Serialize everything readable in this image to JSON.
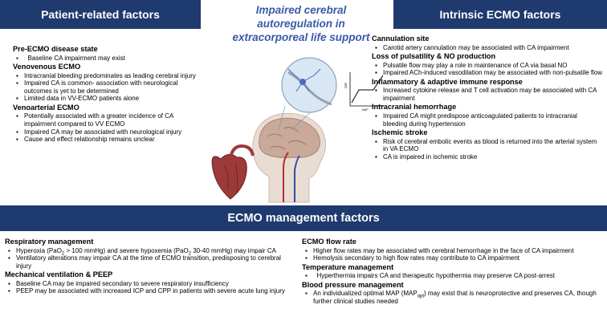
{
  "header_left": "Patient-related factors",
  "header_right": "Intrinsic ECMO factors",
  "header_bottom": "ECMO management factors",
  "center_title": [
    "Impaired cerebral",
    "autoregulation in",
    "extracorporeal life support"
  ],
  "graph_labels": {
    "y": "CBF",
    "x": "MAP"
  },
  "patient_sections": [
    {
      "title": "Pre-ECMO disease state",
      "items": [
        "  Baseline CA impairment may exist"
      ]
    },
    {
      "title": "Venovenous ECMO",
      "items": [
        "Intracranial bleeding predominates as leading cerebral injury",
        "Impaired CA is common- association with neurological outcomes is yet to be determined",
        "Limited data in VV-ECMO patients alone"
      ]
    },
    {
      "title": "Venoarterial ECMO",
      "items": [
        "Potentially associated with a greater incidence of CA impairment compared to VV ECMO",
        "Impaired CA may be associated with neurological injury",
        "Cause and effect relationship remains unclear"
      ]
    }
  ],
  "intrinsic_sections": [
    {
      "title": "Cannulation site",
      "items": [
        "Carotid artery cannulation may be associated with CA impairment"
      ]
    },
    {
      "title": "Loss of pulsatility & NO production",
      "items": [
        "Pulsatile flow may play a role in maintenance of CA via basal NO",
        "Impaired ACh-induced vasodilation may be associated with non-pulsatile flow"
      ]
    },
    {
      "title": "Inflammatory & adaptive immune response",
      "items": [
        "Increased cytokine release and T cell activation may be associated with CA impairment"
      ]
    },
    {
      "title": "Intracranial hemorrhage",
      "items": [
        "Impaired CA might predispose anticoagulated patients to intracranial bleeding during hypertension"
      ]
    },
    {
      "title": "Ischemic stroke",
      "items": [
        "Risk of cerebral embolic events as blood is returned into the arterial system in VA ECMO",
        "CA is impaired in ischemic stroke"
      ]
    }
  ],
  "management_left": {
    "respiratory": {
      "title": "Respiratory management",
      "item1": {
        "pre": "Hyperoxia (PaO",
        "sub1": "2",
        "mid": " > 100 mmHg) and severe hypoxemia (PaO",
        "sub2": "2",
        "post": " 30-40 mmHg) may impair CA"
      },
      "item2": "Ventilatory alterations may impair CA at the time of ECMO transition, predisposing to cerebral injury"
    },
    "ventilation": {
      "title": "Mechanical ventilation & PEEP",
      "items": [
        "Baseline CA may be impaired secondary to severe respiratory insufficiency",
        "PEEP may be associated with increased ICP and CPP in patients with severe acute lung injury"
      ]
    }
  },
  "management_right": {
    "flow": {
      "title": "ECMO flow rate",
      "items": [
        "Higher flow rates may be associated with cerebral hemorrhage in the face of CA impairment",
        "Hemolysis secondary to high flow rates may contribute to CA impairment"
      ]
    },
    "temperature": {
      "title": "Temperature management",
      "items": [
        "  Hyperthermia impairs CA and therapeutic hypothermia may preserve CA post-arrest"
      ]
    },
    "bp": {
      "title": "Blood pressure management",
      "item1": {
        "pre": "An individualized optimal MAP (MAP",
        "sub": "opt",
        "post": ") may exist that is neuroprotective and preserves CA, though further clinical studies needed"
      }
    }
  },
  "colors": {
    "header": "#1f3a6e",
    "title": "#3a5aa8",
    "brain": "#c9a99a",
    "heart": "#9c3a3a",
    "neuron_circle": "#d9e6f3"
  }
}
